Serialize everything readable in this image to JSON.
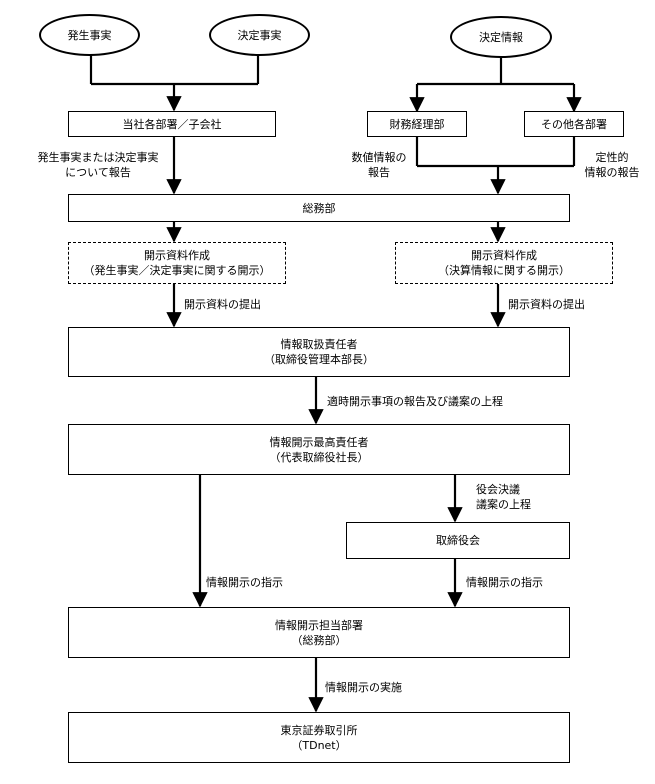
{
  "sources": {
    "occurrence": "発生事実",
    "decision": "決定事実",
    "decided_info": "決定情報"
  },
  "boxes": {
    "branches": "当社各部署／子会社",
    "finance": "財務経理部",
    "other_depts": "その他各部署",
    "general_affairs": "総務部",
    "prep_left_line1": "開示資料作成",
    "prep_left_line2": "（発生事実／決定事実に関する開示）",
    "prep_right_line1": "開示資料作成",
    "prep_right_line2": "（決算情報に関する開示）",
    "info_officer_line1": "情報取扱責任者",
    "info_officer_line2": "（取締役管理本部長）",
    "top_officer_line1": "情報開示最高責任者",
    "top_officer_line2": "（代表取締役社長）",
    "board": "取締役会",
    "disclosure_dept_line1": "情報開示担当部署",
    "disclosure_dept_line2": "（総務部）",
    "tse_line1": "東京証券取引所",
    "tse_line2": "（TDnet）"
  },
  "labels": {
    "report_left_line1": "発生事実または決定事実",
    "report_left_line2": "について報告",
    "numeric_line1": "数値情報の",
    "numeric_line2": "報告",
    "qualitative_line1": "定性的",
    "qualitative_line2": "情報の報告",
    "submit_left": "開示資料の提出",
    "submit_right": "開示資料の提出",
    "timely_report": "適時開示事項の報告及び議案の上程",
    "board_resolution_line1": "役会決議",
    "board_resolution_line2": "議案の上程",
    "instruct_left": "情報開示の指示",
    "instruct_right": "情報開示の指示",
    "execute": "情報開示の実施"
  }
}
